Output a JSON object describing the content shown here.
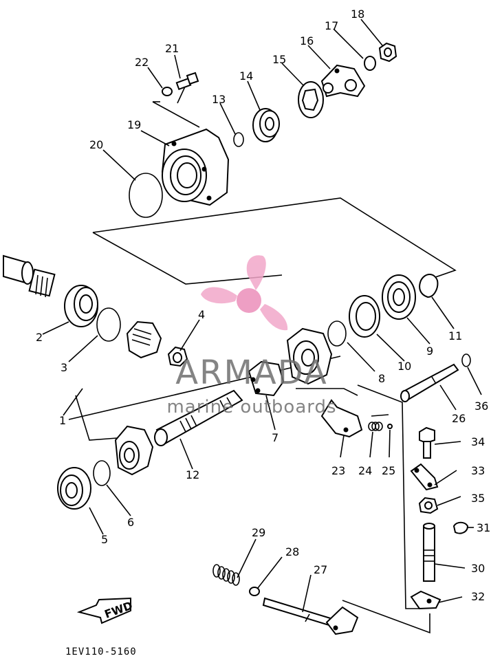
{
  "diagram": {
    "drawing_code": "1EV110-5160",
    "fwd_label": "FWD",
    "part_numbers": [
      "1",
      "2",
      "3",
      "4",
      "5",
      "6",
      "7",
      "8",
      "9",
      "10",
      "11",
      "12",
      "13",
      "14",
      "15",
      "16",
      "17",
      "18",
      "19",
      "20",
      "21",
      "22",
      "23",
      "24",
      "25",
      "26",
      "27",
      "28",
      "29",
      "30",
      "31",
      "32",
      "33",
      "34",
      "35",
      "36"
    ]
  },
  "watermark": {
    "brand": "ARMADA",
    "tagline": "marine outboards",
    "logo_color": "#f2a7c9"
  }
}
